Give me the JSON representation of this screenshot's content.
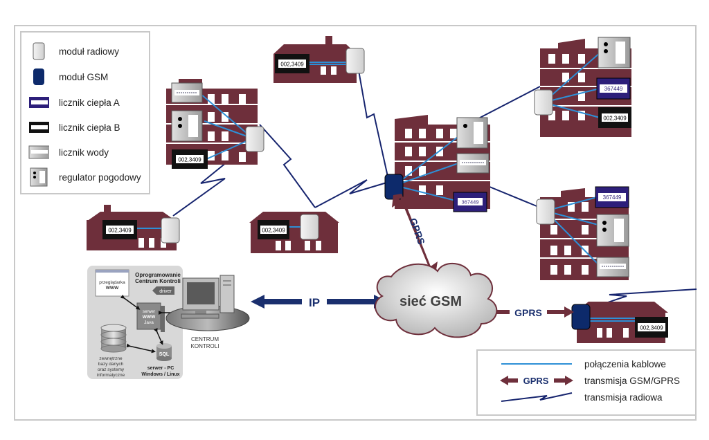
{
  "legend": {
    "items": [
      {
        "label": "moduł radiowy",
        "icon": "radio-module-icon"
      },
      {
        "label": "moduł GSM",
        "icon": "gsm-module-icon"
      },
      {
        "label": "licznik ciepła A",
        "icon": "heat-meter-a-icon"
      },
      {
        "label": "licznik ciepła B",
        "icon": "heat-meter-b-icon"
      },
      {
        "label": "licznik wody",
        "icon": "water-meter-icon"
      },
      {
        "label": "regulator pogodowy",
        "icon": "weather-regulator-icon"
      }
    ]
  },
  "legend2": {
    "items": [
      {
        "label": "połączenia kablowe"
      },
      {
        "label": "transmisja GSM/GPRS",
        "badge": "GPRS"
      },
      {
        "label": "transmisja radiowa"
      }
    ]
  },
  "meter_readings": {
    "b": "002,3409",
    "a": "367449"
  },
  "gsm_cloud": "sieć GSM",
  "ip_label": "IP",
  "gprs_vertical": "GPRS",
  "gprs_horizontal": "GPRS",
  "control_center": {
    "software_title_1": "Oprogramowanie",
    "software_title_2": "Centrum Kontroli",
    "driver": "driver",
    "browser_1": "przeglądarka",
    "browser_2": "WWW",
    "server_1": "serwer",
    "server_2": "WWW",
    "server_3": "Java",
    "sql": "SQL",
    "ext_1": "zewnętrzne",
    "ext_2": "bazy danych",
    "ext_3": "oraz systemy",
    "ext_4": "informatyczne",
    "pc_1": "serwer - PC",
    "pc_2": "Windows / Linux",
    "center_1": "CENTRUM",
    "center_2": "KONTROLI"
  },
  "colors": {
    "building": "#6e2f3b",
    "window": "#ffffff",
    "cable": "#2d8fd6",
    "radio_link": "#16246e",
    "gsm_module": "#0d2a6b",
    "gprs_arrow": "#6e2f3b",
    "ip_arrow": "#1a2f6e",
    "heat_meter_a": "#2d1f7a"
  }
}
